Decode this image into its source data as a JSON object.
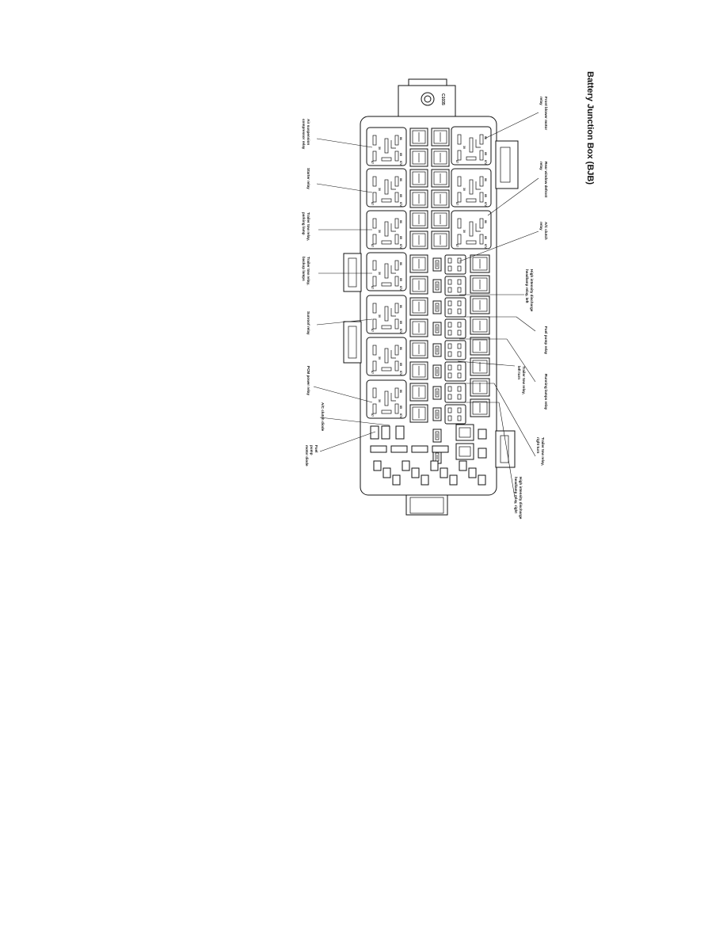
{
  "title": "Battery Junction Box (BJB)",
  "connector": "C1035",
  "labels": {
    "ac_compressor_relay": [
      "Air suspension",
      "compressor relay"
    ],
    "starter_relay": [
      "Starter relay"
    ],
    "trailer_parking": [
      "Trailer tow relay,",
      "parking lamp"
    ],
    "trailer_backup": [
      "Trailer tow relay,",
      "backup lamps"
    ],
    "sunroof_relay": [
      "Sunroof relay"
    ],
    "pcm_power_relay": [
      "PCM power relay"
    ],
    "ac_clutch_diode": [
      "A/C clutch diode"
    ],
    "fuel_pump_diode": [
      "Fuel",
      "pump",
      "motor diode"
    ],
    "front_blower_relay": [
      "Front blower motor",
      "relay"
    ],
    "rear_defrost_relay": [
      "Rear window defrost",
      "relay"
    ],
    "ac_clutch_relay": [
      "A/C clutch",
      "relay"
    ],
    "hid_left": [
      "High intensity discharge",
      "headlamp relay, left"
    ],
    "fuel_pump_relay": [
      "Fuel pump relay"
    ],
    "trailer_left_turn": [
      "Trailer tow relay,",
      "left turn"
    ],
    "running_lamps_relay": [
      "Running lamps relay"
    ],
    "trailer_right_turn": [
      "Trailer tow relay,",
      "right turn"
    ],
    "hid_right": [
      "High intensity discharge",
      "headlamp relay, right"
    ]
  },
  "relay_pins": [
    "86",
    "85",
    "87",
    "30",
    "87A"
  ]
}
